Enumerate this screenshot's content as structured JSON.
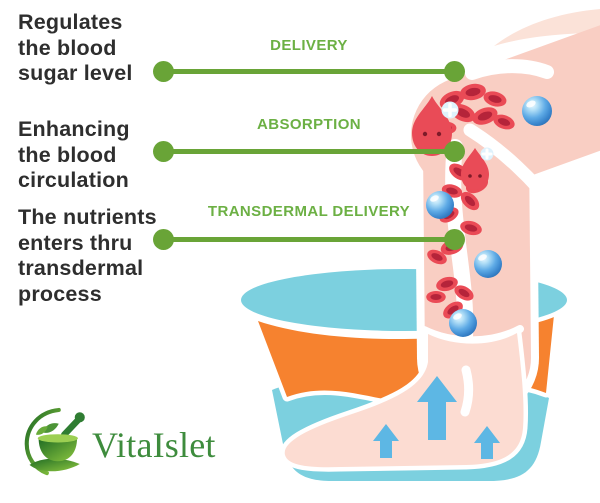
{
  "callouts": [
    {
      "text": "Regulates\nthe blood\nsugar level",
      "label": "DELIVERY"
    },
    {
      "text": "Enhancing\nthe blood\ncirculation",
      "label": "ABSORPTION"
    },
    {
      "text": "The nutrients\nenters thru\ntransdermal\nprocess",
      "label": "TRANSDERMAL DELIVERY"
    }
  ],
  "logo": {
    "brand": "VitaIslet",
    "icon": "mortar-pestle-leaf-icon"
  },
  "illustration": {
    "elements": [
      "bent-leg",
      "foot-bath-basin",
      "red-blood-cells",
      "blood-drop-characters",
      "nutrient-spheres",
      "absorption-arrows"
    ]
  },
  "colors": {
    "label_green": "#6cb044",
    "line_green": "#69a437",
    "text_dark": "#2e2e2e",
    "leg_pink": "#f9cec3",
    "foot_pink": "#fcdcd2",
    "basin_teal": "#7cd0df",
    "basin_orange": "#f6822f",
    "cell_red": "#ea4b56",
    "cell_core_red": "#b5243a",
    "sphere_blue": "#5fabe6",
    "arrow_blue": "#5db7e4",
    "logo_green": "#3e8c3d"
  }
}
